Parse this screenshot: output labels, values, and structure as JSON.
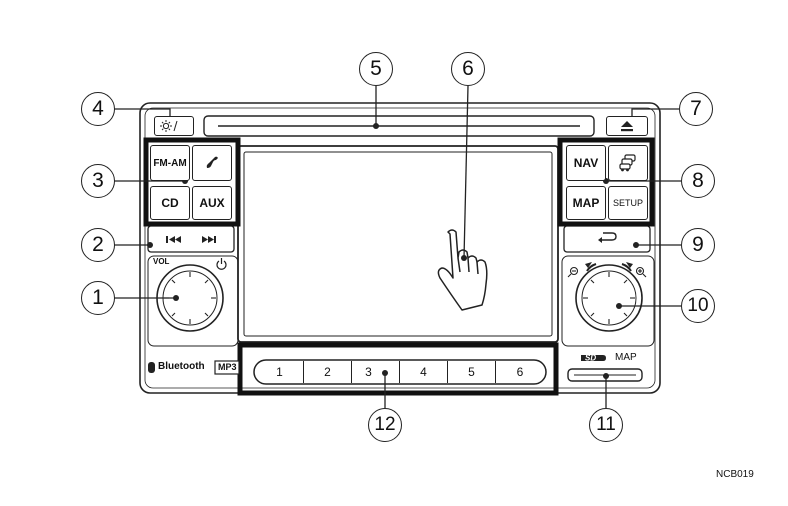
{
  "buttons": {
    "fm_am": "FM-AM",
    "cd": "CD",
    "aux": "AUX",
    "nav": "NAV",
    "map": "MAP",
    "setup": "SETUP"
  },
  "labels": {
    "vol": "VOL",
    "bluetooth": "Bluetooth",
    "mp3": "MP3",
    "sd_map": "MAP",
    "figure_code": "NCB019"
  },
  "presets": [
    "1",
    "2",
    "3",
    "4",
    "5",
    "6"
  ],
  "callouts": [
    "1",
    "2",
    "3",
    "4",
    "5",
    "6",
    "7",
    "8",
    "9",
    "10",
    "11",
    "12"
  ],
  "icons": {
    "brightness": "sun-moon-icon",
    "phone": "phone-icon",
    "eject": "eject-icon",
    "info": "car-info-icon",
    "back": "back-arrow-icon",
    "seek_back": "seek-back-icon",
    "seek_forward": "seek-forward-icon",
    "power": "power-icon",
    "zoom_out": "zoom-out-icon",
    "zoom_in": "zoom-in-icon",
    "touch": "touch-hand-icon",
    "sd": "sd-card-icon"
  },
  "colors": {
    "line": "#222222",
    "highlight": "#111111",
    "background": "#ffffff"
  }
}
